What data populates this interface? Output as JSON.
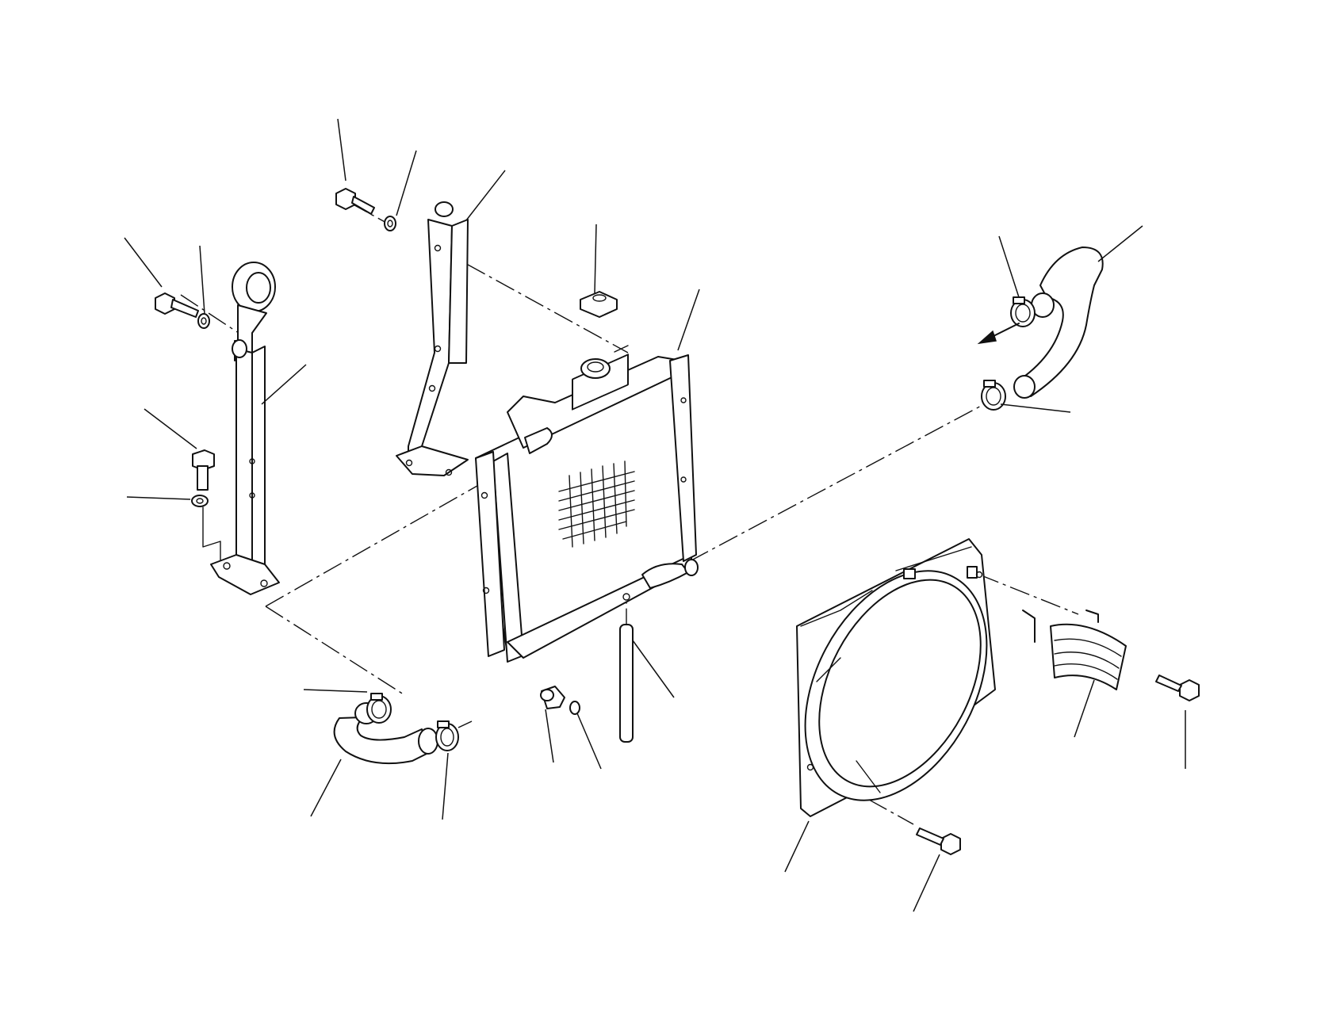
{
  "diagram": {
    "style": {
      "line_color": "#111111",
      "background": "#ffffff"
    },
    "components": [
      {
        "id": "radiator",
        "icon": "radiator-core-icon"
      },
      {
        "id": "radiator-cap",
        "icon": "cap-icon"
      },
      {
        "id": "lifting-bracket-left",
        "icon": "eye-bracket-icon"
      },
      {
        "id": "support-stay-center",
        "icon": "stay-bracket-icon"
      },
      {
        "id": "lower-hose",
        "icon": "hose-icon"
      },
      {
        "id": "upper-hose",
        "icon": "hose-icon"
      },
      {
        "id": "fan-shroud",
        "icon": "shroud-icon"
      },
      {
        "id": "shroud-guard",
        "icon": "guard-icon"
      },
      {
        "id": "drain-plug",
        "icon": "plug-icon"
      },
      {
        "id": "drain-tube",
        "icon": "tube-icon"
      },
      {
        "id": "hose-clamps",
        "icon": "clamp-icon"
      },
      {
        "id": "bolts",
        "icon": "bolt-icon"
      },
      {
        "id": "washers",
        "icon": "washer-icon"
      }
    ]
  }
}
